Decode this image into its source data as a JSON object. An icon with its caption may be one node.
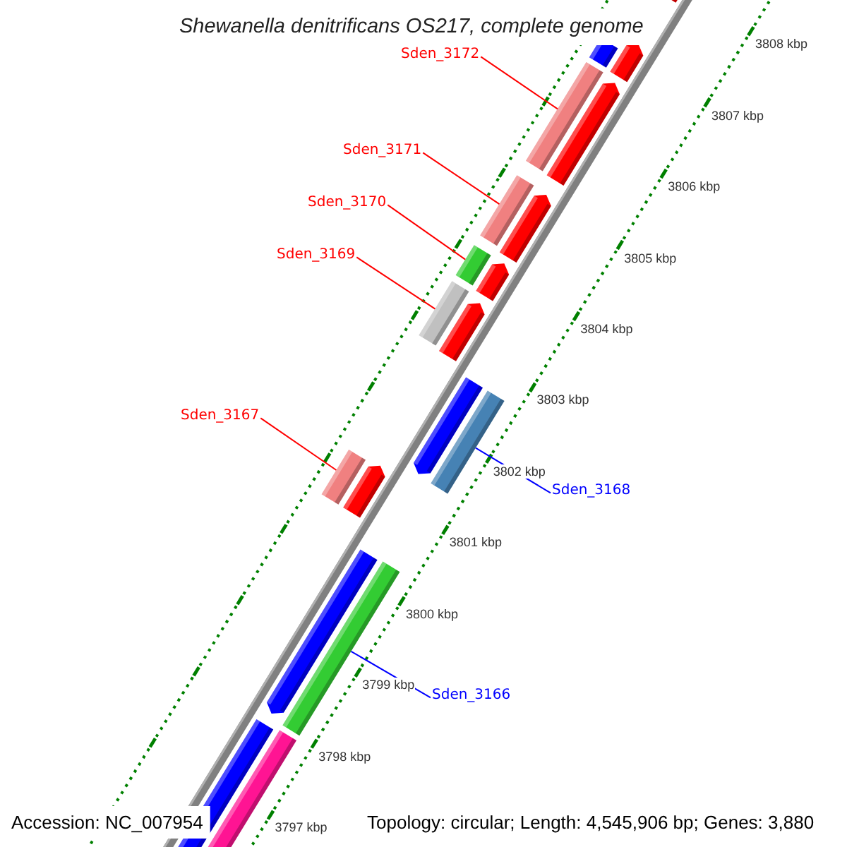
{
  "diagram": {
    "title": "Shewanella denitrificans OS217, complete genome",
    "nodes": [
      {
        "text": [
          "Sden_3172"
        ]
      },
      {
        "text": [
          "Sden_3171"
        ]
      },
      {
        "text": [
          "Sden_3170"
        ]
      },
      {
        "text": [
          "Sden_3169"
        ]
      },
      {
        "text": [
          "Sden_3167"
        ]
      },
      {
        "text": [
          "Sden_3168"
        ]
      },
      {
        "text": [
          "Sden_3166"
        ]
      },
      {
        "text": [],
        "shape": "bar"
      },
      {
        "text": [],
        "shape": "bar"
      },
      {
        "text": [],
        "shape": "pentagon"
      },
      {
        "text": [],
        "shape": "bar"
      },
      {
        "text": [],
        "shape": "pentagon"
      },
      {
        "text": [],
        "shape": "bar"
      },
      {
        "text": [],
        "shape": "pentagon"
      },
      {
        "text": [],
        "shape": "bar"
      },
      {
        "text": [],
        "shape": "pentagon"
      },
      {
        "text": [],
        "shape": "bar"
      },
      {
        "text": [],
        "shape": "pentagon"
      },
      {
        "text": [],
        "shape": "pentagon"
      },
      {
        "text": [],
        "shape": "bar"
      },
      {
        "text": [],
        "shape": "bar"
      },
      {
        "text": [],
        "shape": "pentagon"
      },
      {
        "text": [],
        "shape": "pentagon"
      },
      {
        "text": [],
        "shape": "bar"
      },
      {
        "text": [],
        "shape": "bar"
      },
      {
        "text": [],
        "shape": "bar"
      }
    ],
    "edges": [
      {
        "from": 0,
        "to": 10,
        "arrow": "none"
      },
      {
        "from": 1,
        "to": 12,
        "arrow": "none"
      },
      {
        "from": 2,
        "to": 14,
        "arrow": "none"
      },
      {
        "from": 3,
        "to": 16,
        "arrow": "none"
      },
      {
        "from": 4,
        "to": 20,
        "arrow": "none"
      },
      {
        "from": 5,
        "to": 19,
        "arrow": "none",
        "color": "#0000ff"
      },
      {
        "from": 6,
        "to": 23,
        "arrow": "none",
        "color": "#0000ff"
      }
    ],
    "labels": [
      "3808 kbp",
      "3807 kbp",
      "3806 kbp",
      "3805 kbp",
      "3804 kbp",
      "3803 kbp",
      "3802 kbp",
      "3801 kbp",
      "3800 kbp",
      "3799 kbp",
      "3798 kbp",
      "3797 kbp",
      "Accession: NC_007954",
      "Topology: circular; Length: 4,545,906 bp; Genes: 3,880"
    ]
  }
}
